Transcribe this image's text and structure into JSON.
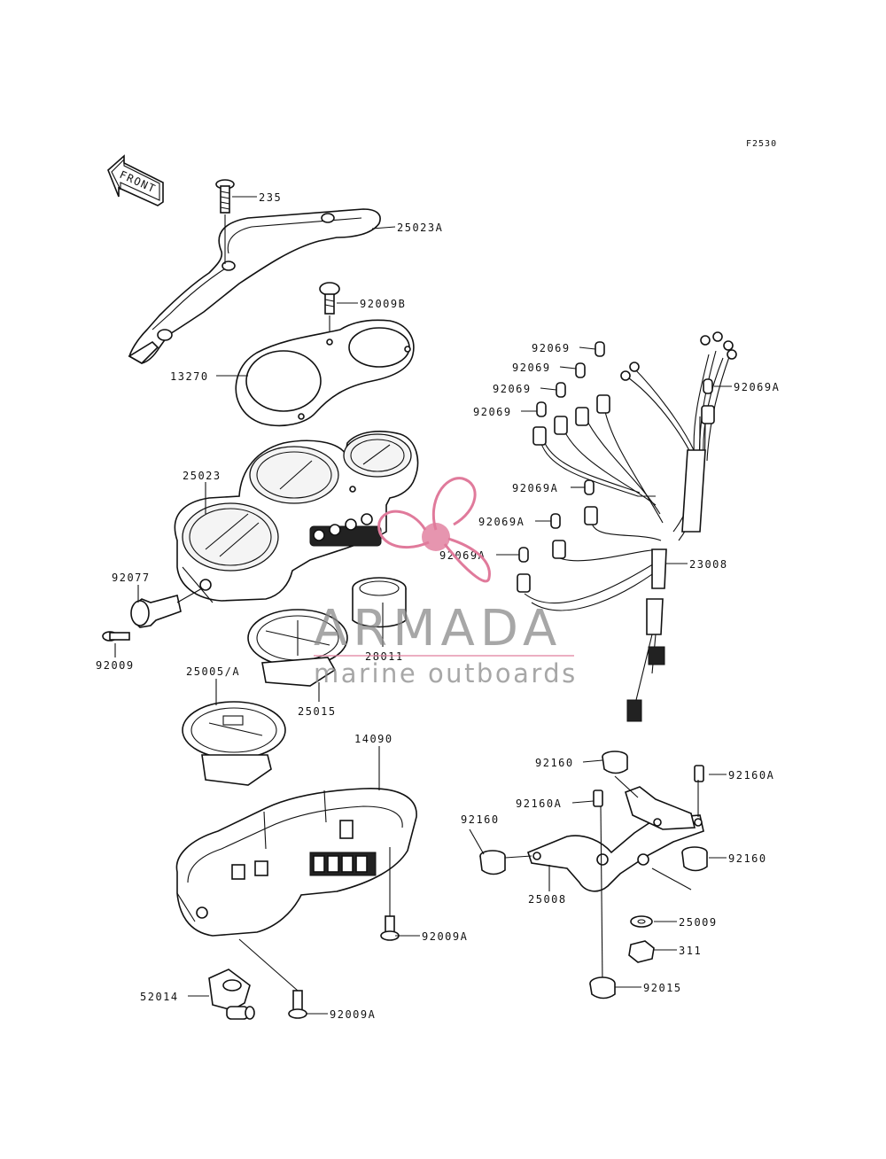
{
  "figure_code": "F2530",
  "front_arrow_text": "FRONT",
  "part_labels": {
    "p235": "235",
    "p25023A": "25023A",
    "p92009B": "92009B",
    "p13270": "13270",
    "p25023": "25023",
    "p92077": "92077",
    "p92009": "92009",
    "p25005A": "25005/A",
    "p28011": "28011",
    "p25015": "25015",
    "p14090": "14090",
    "p92009A_1": "92009A",
    "p92009A_2": "92009A",
    "p52014": "52014",
    "p92069_1": "92069",
    "p92069_2": "92069",
    "p92069_3": "92069",
    "p92069_4": "92069",
    "p92069A_1": "92069A",
    "p92069A_2": "92069A",
    "p92069A_3": "92069A",
    "p92069A_4": "92069A",
    "p23008": "23008",
    "p92160_1": "92160",
    "p92160_2": "92160",
    "p92160_3": "92160",
    "p92160A_1": "92160A",
    "p92160A_2": "92160A",
    "p25008": "25008",
    "p25009": "25009",
    "p311": "311",
    "p92015": "92015"
  },
  "watermark": {
    "brand": "ARMADA",
    "tagline": "marine outboards",
    "logo_color": "#e07a9b",
    "text_color": "#8a8a8a"
  }
}
